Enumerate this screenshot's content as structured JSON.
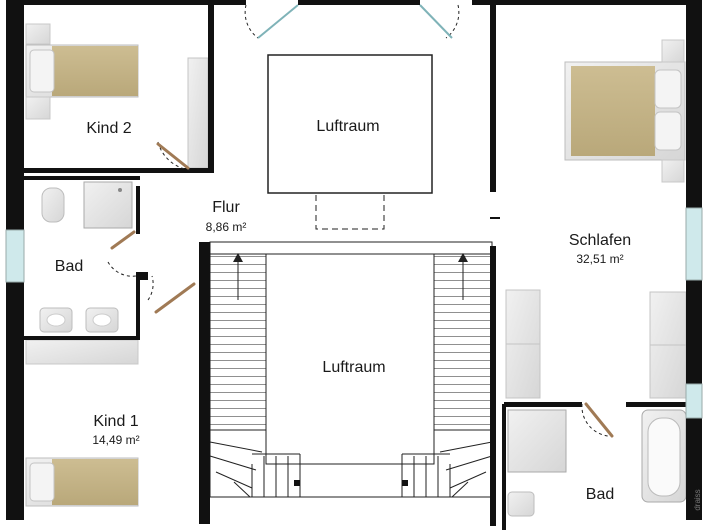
{
  "rooms": {
    "kind2": {
      "name": "Kind 2"
    },
    "luftraum_top": {
      "name": "Luftraum"
    },
    "flur": {
      "name": "Flur",
      "area": "8,86 m²"
    },
    "schlafen": {
      "name": "Schlafen",
      "area": "32,51 m²"
    },
    "bad_left": {
      "name": "Bad"
    },
    "luftraum_center": {
      "name": "Luftraum"
    },
    "kind1": {
      "name": "Kind 1",
      "area": "14,49 m²"
    },
    "bad_right": {
      "name": "Bad"
    }
  },
  "watermark": "draiss",
  "colors": {
    "wall": "#111111",
    "bed": "#c8b88e",
    "furniture": "#e3e3e3",
    "door": "#a07a55",
    "window": "#bfe3e6"
  }
}
